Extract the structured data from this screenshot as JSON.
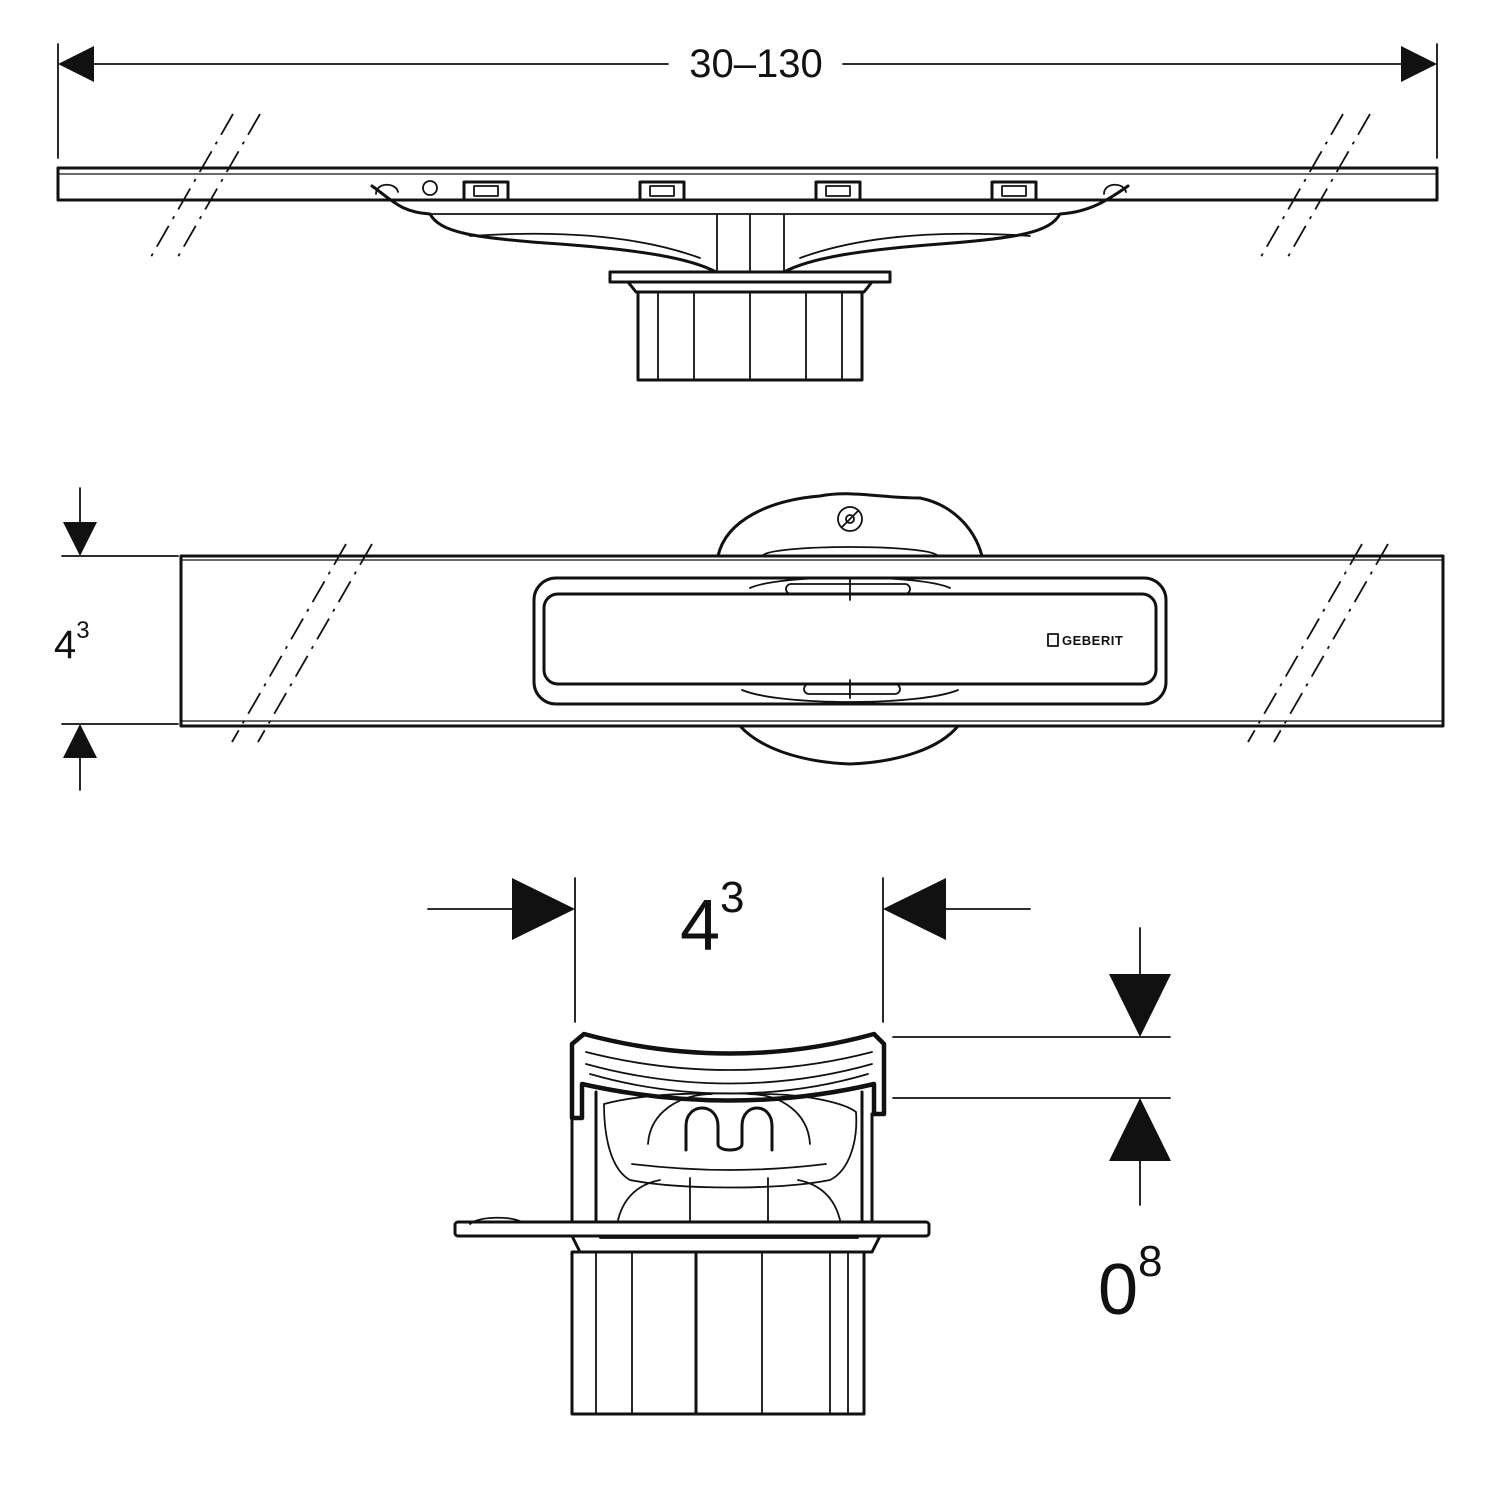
{
  "dimensions": {
    "length": "30–130",
    "height_base": "4",
    "height_sup": "3",
    "width_base": "4",
    "width_sup": "3",
    "rim_base": "0",
    "rim_sup": "8"
  },
  "brand": {
    "logo_text": "GEBERIT"
  },
  "colors": {
    "line": "#111111",
    "background": "#ffffff"
  }
}
